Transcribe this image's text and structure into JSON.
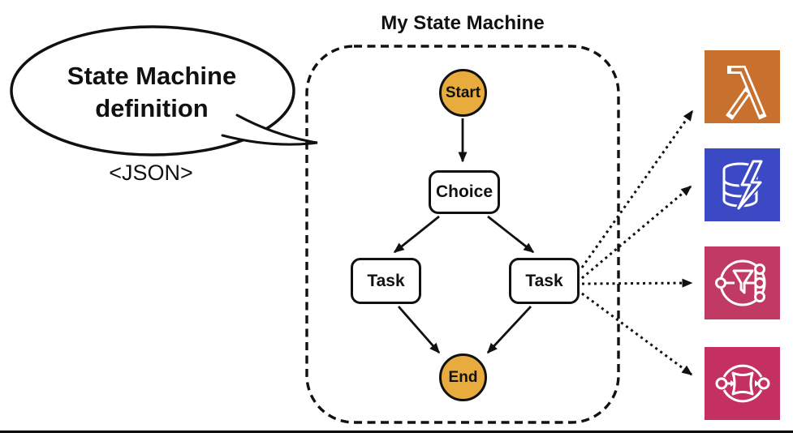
{
  "diagram": {
    "speech_bubble": {
      "text_line1": "State Machine",
      "text_line2": "definition",
      "caption": "<JSON>"
    },
    "state_machine": {
      "title": "My State Machine",
      "nodes": {
        "start": {
          "label": "Start",
          "fill": "#E8AC3E"
        },
        "choice": {
          "label": "Choice",
          "fill": "#FFFFFF"
        },
        "task_left": {
          "label": "Task",
          "fill": "#FFFFFF"
        },
        "task_right": {
          "label": "Task",
          "fill": "#FFFFFF"
        },
        "end": {
          "label": "End",
          "fill": "#E8AC3E"
        }
      },
      "edges": [
        {
          "from": "Start",
          "to": "Choice",
          "style": "solid-arrow"
        },
        {
          "from": "Choice",
          "to": "Task (left)",
          "style": "solid-arrow"
        },
        {
          "from": "Choice",
          "to": "Task (right)",
          "style": "solid-arrow"
        },
        {
          "from": "Task (left)",
          "to": "End",
          "style": "solid-arrow"
        },
        {
          "from": "Task (right)",
          "to": "End",
          "style": "solid-arrow"
        }
      ]
    },
    "integrations": {
      "source": "Task (right)",
      "arrow_style": "dotted-arrow",
      "targets": [
        {
          "icon": "aws-lambda-icon",
          "color": "#C8702E"
        },
        {
          "icon": "amazon-dynamodb-icon",
          "color": "#3B49C4"
        },
        {
          "icon": "amazon-sns-icon",
          "color": "#C13A63"
        },
        {
          "icon": "aws-step-functions-icon",
          "color": "#C43061"
        }
      ]
    },
    "colors": {
      "state_fill": "#E8AC3E",
      "line": "#111111",
      "background": "#FFFFFF"
    }
  }
}
